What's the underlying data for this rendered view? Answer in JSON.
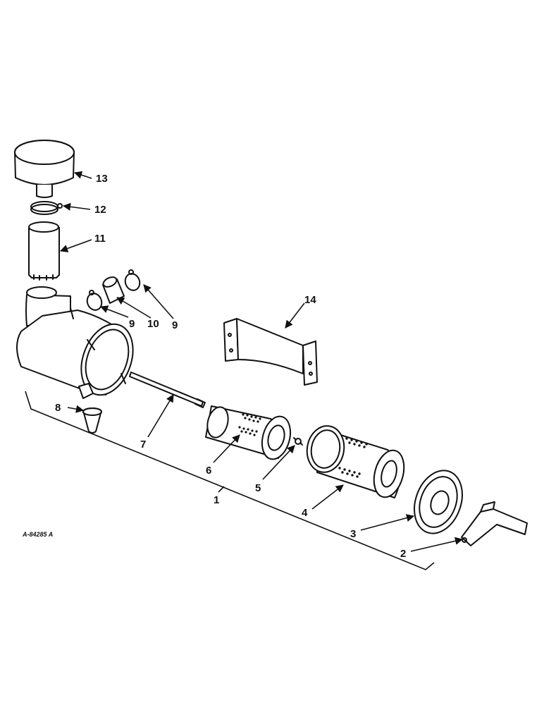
{
  "diagram": {
    "reference_code": "A-84285 A",
    "callouts": {
      "c1": "1",
      "c2": "2",
      "c3": "3",
      "c4": "4",
      "c5": "5",
      "c6": "6",
      "c7": "7",
      "c8": "8",
      "c9a": "9",
      "c9b": "9",
      "c10": "10",
      "c11": "11",
      "c12": "12",
      "c13": "13",
      "c14": "14"
    }
  }
}
